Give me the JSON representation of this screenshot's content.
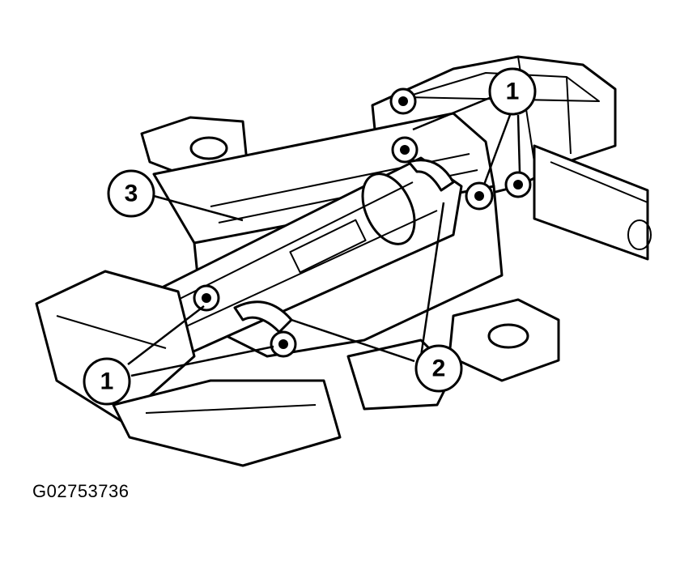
{
  "figure": {
    "code": "G02753736"
  },
  "callouts": [
    {
      "label": "1",
      "target": "upper-mounting-nuts"
    },
    {
      "label": "3",
      "target": "steering-column-shaft"
    },
    {
      "label": "1",
      "target": "lower-mounting-nuts"
    },
    {
      "label": "2",
      "target": "column-brackets"
    }
  ]
}
